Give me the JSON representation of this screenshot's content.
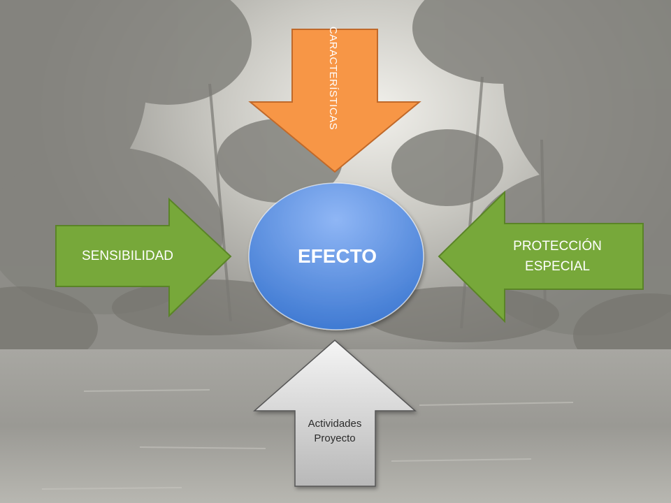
{
  "diagram": {
    "center": {
      "label": "EFECTO"
    },
    "arrows": {
      "top": {
        "label": "CARACTERÍSTICAS"
      },
      "left": {
        "label": "SENSIBILIDAD"
      },
      "right": {
        "line1": "PROTECCIÓN",
        "line2": "ESPECIAL"
      },
      "bottom": {
        "line1": "Actividades",
        "line2": "Proyecto"
      }
    }
  },
  "colors": {
    "center_fill_top": "#8fb6f5",
    "center_fill_bottom": "#3a76d0",
    "top_arrow": "#f79646",
    "top_arrow_stroke": "#c0692a",
    "side_arrows": "#77a83a",
    "side_arrows_stroke": "#5a8427",
    "bottom_arrow_top": "#f5f5f5",
    "bottom_arrow_bottom": "#b8b8b8",
    "bottom_arrow_stroke": "#555555"
  }
}
